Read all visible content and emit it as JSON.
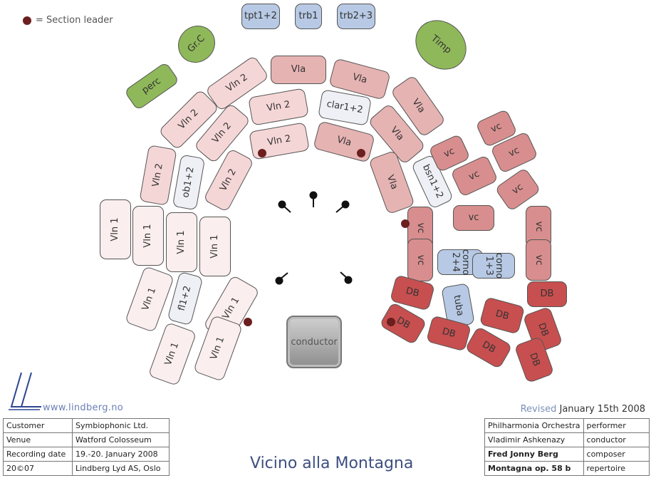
{
  "legend": {
    "label": "= Section leader"
  },
  "conductor": {
    "label": "conductor"
  },
  "colors": {
    "violin1": "#fbeeee",
    "violin2": "#f5d6d6",
    "viola": "#e6b3b3",
    "cello": "#d88e8e",
    "bass": "#c84f4f",
    "woodwind": "#eef0f5",
    "brass": "#b7c9e4",
    "percussion": "#8fb85a",
    "leader_dot": "#6b1f1f"
  },
  "seats": [
    {
      "id": "tpt12",
      "label": "tpt1+2",
      "group": "brass",
      "leader": false
    },
    {
      "id": "trb1",
      "label": "trb1",
      "group": "brass",
      "leader": false
    },
    {
      "id": "trb23",
      "label": "trb2+3",
      "group": "brass",
      "leader": false
    },
    {
      "id": "grc",
      "label": "Gr.C",
      "group": "percussion",
      "leader": false
    },
    {
      "id": "timp",
      "label": "Timp",
      "group": "percussion",
      "leader": false
    },
    {
      "id": "perc",
      "label": "perc",
      "group": "percussion",
      "leader": false
    },
    {
      "id": "v2a",
      "label": "Vln 2",
      "group": "violin2",
      "leader": false
    },
    {
      "id": "v2b",
      "label": "Vln 2",
      "group": "violin2",
      "leader": false
    },
    {
      "id": "v2c",
      "label": "Vln 2",
      "group": "violin2",
      "leader": false
    },
    {
      "id": "v2d",
      "label": "Vln 2",
      "group": "violin2",
      "leader": false
    },
    {
      "id": "v2e",
      "label": "Vln 2",
      "group": "violin2",
      "leader": true
    },
    {
      "id": "v2f",
      "label": "Vln 2",
      "group": "violin2",
      "leader": false
    },
    {
      "id": "v2g",
      "label": "Vln 2",
      "group": "violin2",
      "leader": false
    },
    {
      "id": "vla1",
      "label": "Vla",
      "group": "viola",
      "leader": false
    },
    {
      "id": "vla2",
      "label": "Vla",
      "group": "viola",
      "leader": false
    },
    {
      "id": "vla3",
      "label": "Vla",
      "group": "viola",
      "leader": false
    },
    {
      "id": "vla4",
      "label": "Vla",
      "group": "viola",
      "leader": false
    },
    {
      "id": "vla5",
      "label": "Vla",
      "group": "viola",
      "leader": true
    },
    {
      "id": "vla6",
      "label": "Vla",
      "group": "viola",
      "leader": false
    },
    {
      "id": "clar",
      "label": "clar1+2",
      "group": "woodwind",
      "leader": false
    },
    {
      "id": "ob",
      "label": "ob1+2",
      "group": "woodwind",
      "leader": false
    },
    {
      "id": "bsn",
      "label": "bsn1+2",
      "group": "woodwind",
      "leader": false
    },
    {
      "id": "fl",
      "label": "fl1+2",
      "group": "woodwind",
      "leader": false
    },
    {
      "id": "vc1",
      "label": "vc",
      "group": "cello",
      "leader": false
    },
    {
      "id": "vc2",
      "label": "vc",
      "group": "cello",
      "leader": false
    },
    {
      "id": "vc3",
      "label": "vc",
      "group": "cello",
      "leader": false
    },
    {
      "id": "vc4",
      "label": "vc",
      "group": "cello",
      "leader": false
    },
    {
      "id": "vc5",
      "label": "vc",
      "group": "cello",
      "leader": false
    },
    {
      "id": "vc6",
      "label": "vc",
      "group": "cello",
      "leader": true
    },
    {
      "id": "vc7",
      "label": "vc",
      "group": "cello",
      "leader": false
    },
    {
      "id": "vc8",
      "label": "vc",
      "group": "cello",
      "leader": false
    },
    {
      "id": "vc9",
      "label": "vc",
      "group": "cello",
      "leader": false
    },
    {
      "id": "vc10",
      "label": "vc",
      "group": "cello",
      "leader": false
    },
    {
      "id": "corno24",
      "label": "corno\n2+4",
      "group": "brass",
      "leader": false
    },
    {
      "id": "corno13",
      "label": "corno\n1+3",
      "group": "brass",
      "leader": false
    },
    {
      "id": "tuba",
      "label": "tuba",
      "group": "brass",
      "leader": false
    },
    {
      "id": "db1",
      "label": "DB",
      "group": "bass",
      "leader": false
    },
    {
      "id": "db2",
      "label": "DB",
      "group": "bass",
      "leader": true
    },
    {
      "id": "db3",
      "label": "DB",
      "group": "bass",
      "leader": false
    },
    {
      "id": "db4",
      "label": "DB",
      "group": "bass",
      "leader": false
    },
    {
      "id": "db5",
      "label": "DB",
      "group": "bass",
      "leader": false
    },
    {
      "id": "db6",
      "label": "DB",
      "group": "bass",
      "leader": false
    },
    {
      "id": "db7",
      "label": "DB",
      "group": "bass",
      "leader": false
    },
    {
      "id": "db8",
      "label": "DB",
      "group": "bass",
      "leader": false
    },
    {
      "id": "v1a",
      "label": "Vln 1",
      "group": "violin1",
      "leader": false
    },
    {
      "id": "v1b",
      "label": "Vln 1",
      "group": "violin1",
      "leader": false
    },
    {
      "id": "v1c",
      "label": "Vln 1",
      "group": "violin1",
      "leader": false
    },
    {
      "id": "v1d",
      "label": "Vln 1",
      "group": "violin1",
      "leader": false
    },
    {
      "id": "v1e",
      "label": "Vln 1",
      "group": "violin1",
      "leader": false
    },
    {
      "id": "v1f",
      "label": "Vln 1",
      "group": "violin1",
      "leader": true
    },
    {
      "id": "v1g",
      "label": "Vln 1",
      "group": "violin1",
      "leader": false
    },
    {
      "id": "v1h",
      "label": "Vln 1",
      "group": "violin1",
      "leader": false
    }
  ],
  "footer": {
    "website": "www.lindberg.no",
    "revised_label": "Revised",
    "revised_date": "January 15th 2008",
    "title": "Vicino alla Montagna",
    "left_table": [
      {
        "key": "Customer",
        "value": "Symbiophonic Ltd."
      },
      {
        "key": "Venue",
        "value": "Watford Colosseum"
      },
      {
        "key": "Recording date",
        "value": "19.-20. January 2008"
      },
      {
        "key": "20©07",
        "value": "Lindberg Lyd AS, Oslo"
      }
    ],
    "right_table": [
      {
        "value": "Philharmonia Orchestra",
        "role": "performer",
        "bold": false
      },
      {
        "value": "Vladimir Ashkenazy",
        "role": "conductor",
        "bold": false
      },
      {
        "value": "Fred Jonny Berg",
        "role": "composer",
        "bold": true
      },
      {
        "value": "Montagna op. 58 b",
        "role": "repertoire",
        "bold": true
      }
    ]
  }
}
